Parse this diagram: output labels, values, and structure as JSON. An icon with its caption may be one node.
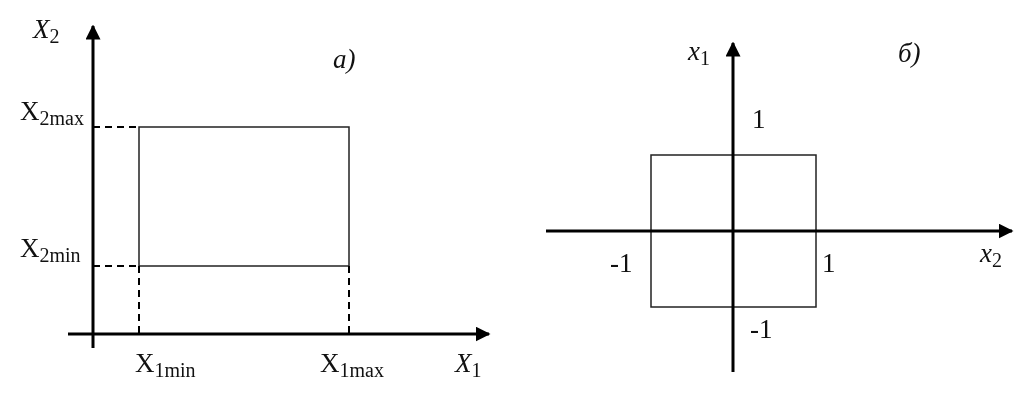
{
  "diagram": {
    "nodes": [
      {
        "text": [],
        "shape": "box"
      },
      {
        "text": [],
        "shape": "box"
      }
    ],
    "labels": [
      "*X*$_{2}$",
      "a)",
      "X$_{2max}$",
      "X$_{2min}$",
      "X$_{1min}$",
      "X$_{1max}$",
      "*X*$_{1}$",
      "*x*$_{1}$",
      "б)",
      "1",
      "-1",
      "1",
      "*x*$_{2}$",
      "-1"
    ]
  }
}
